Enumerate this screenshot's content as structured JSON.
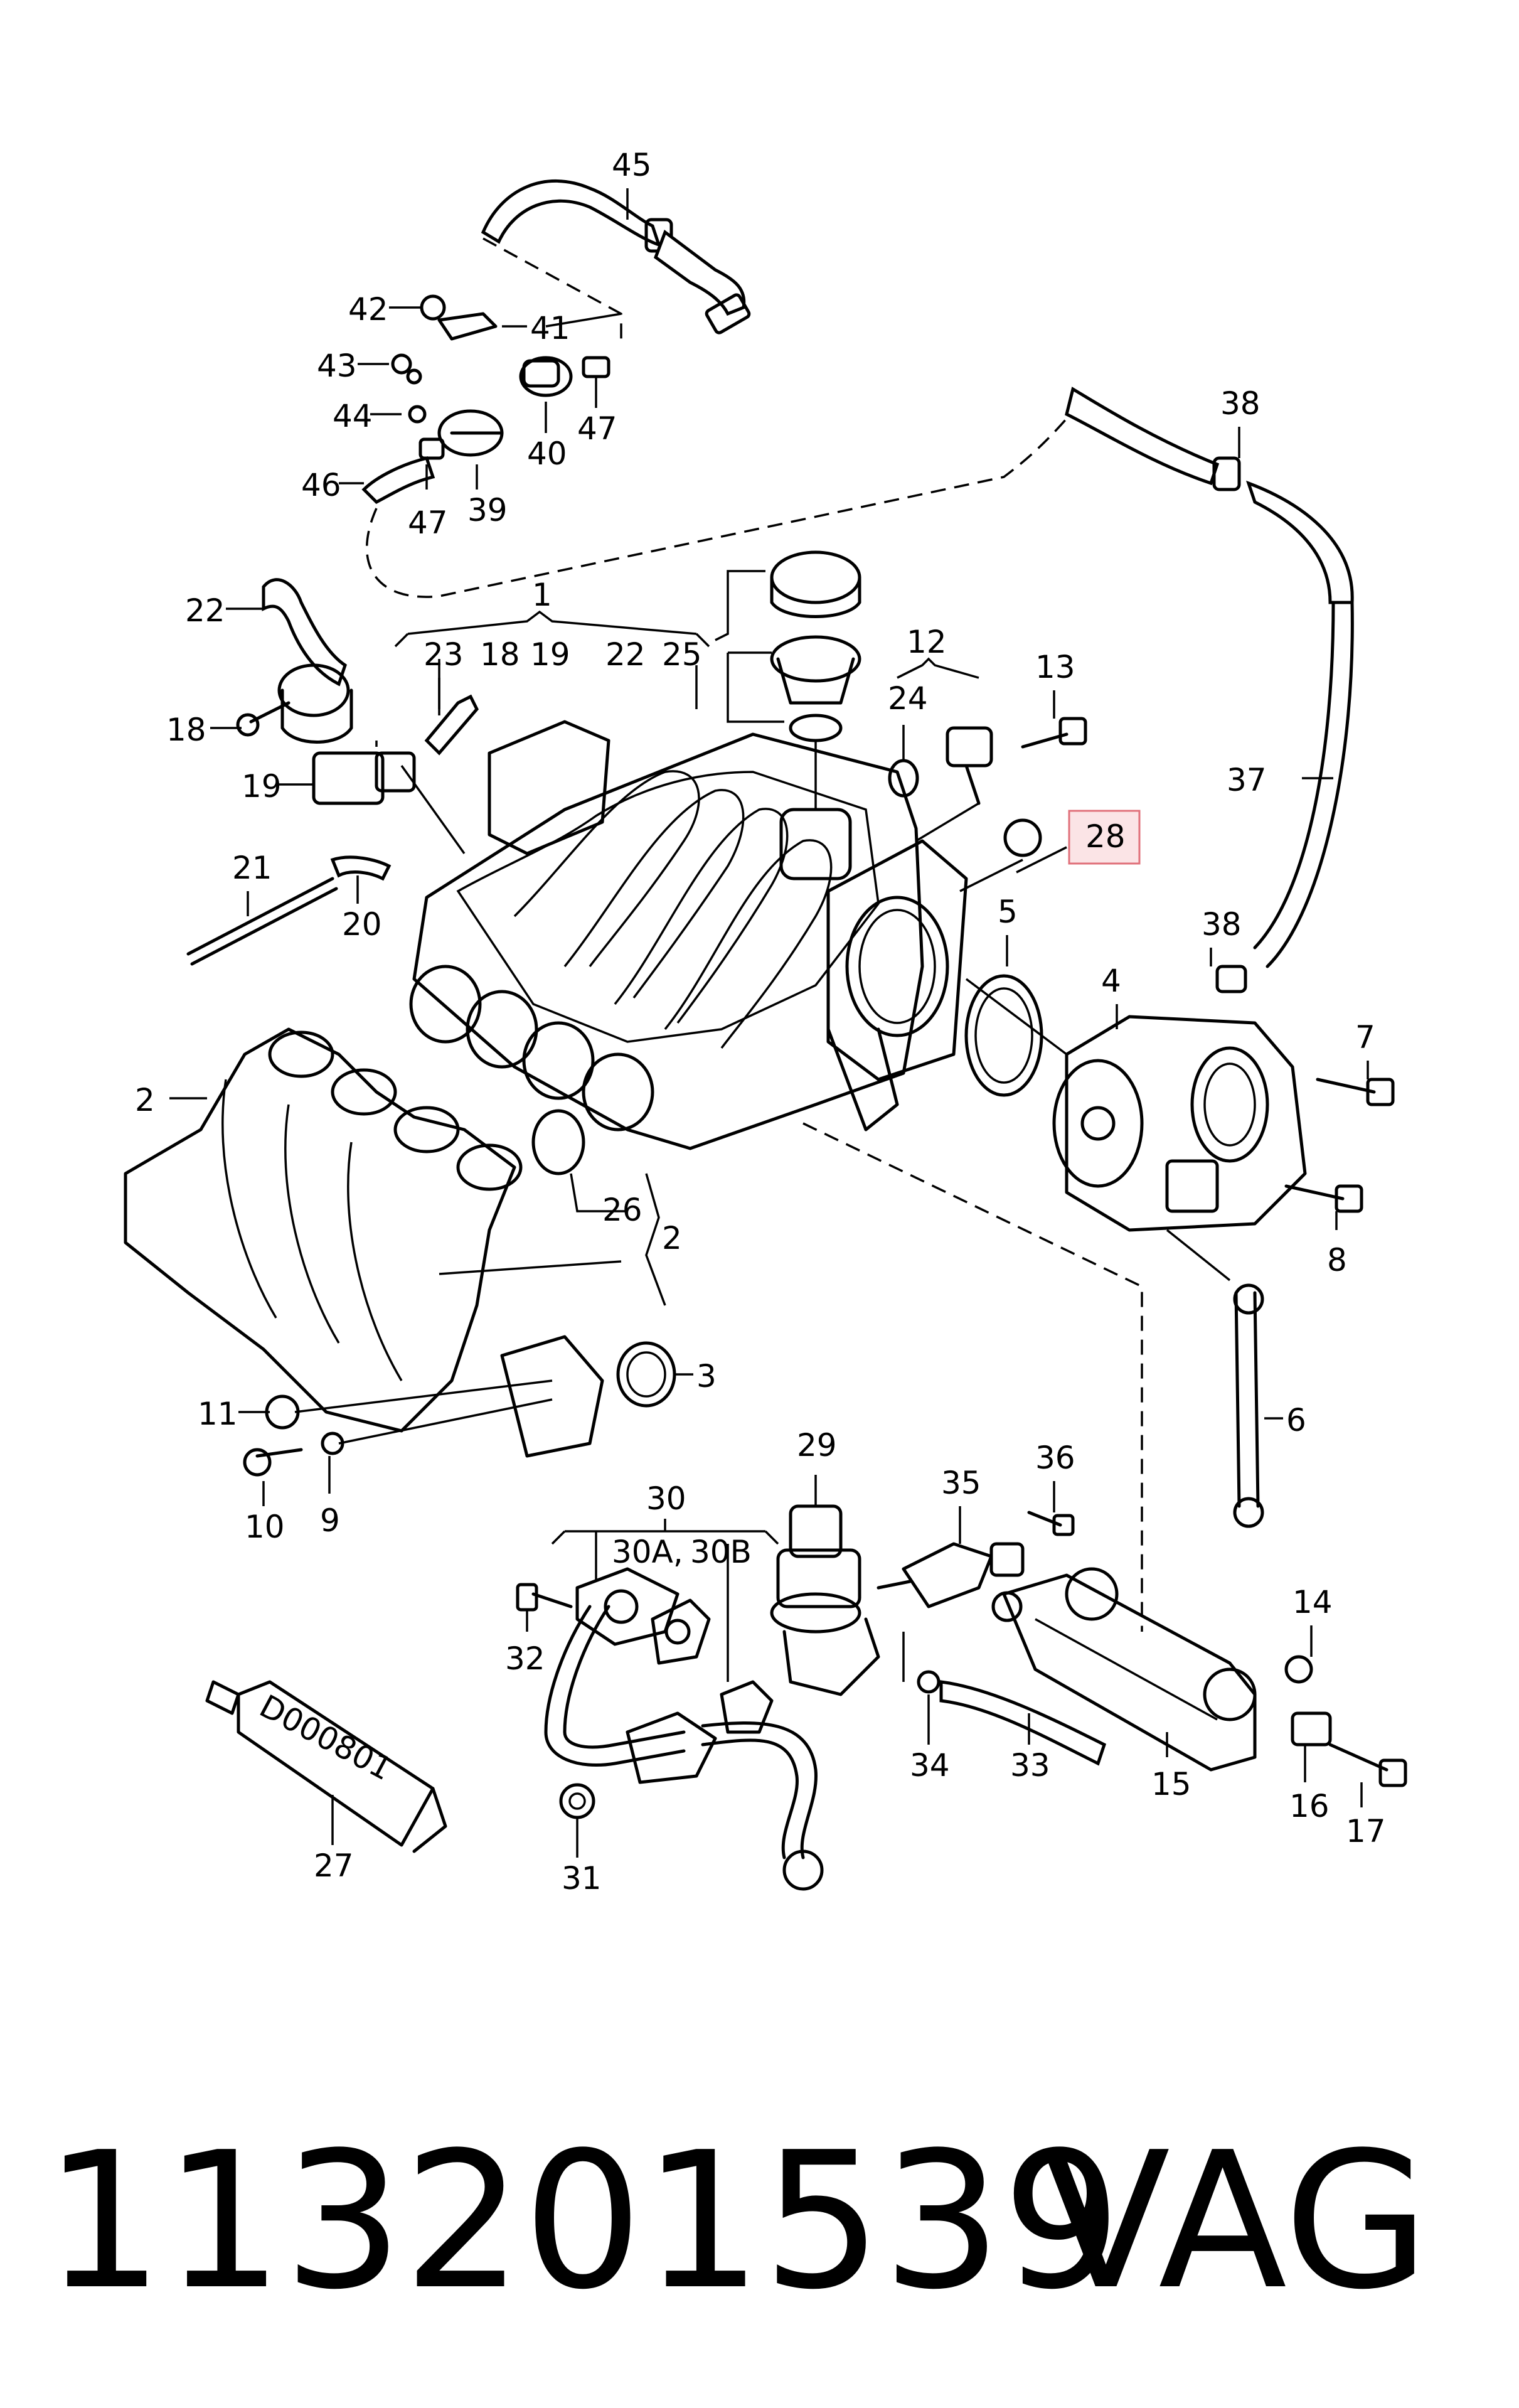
{
  "callouts": {
    "c1": "1",
    "c2a": "2",
    "c2b": "2",
    "c3": "3",
    "c4": "4",
    "c5": "5",
    "c6": "6",
    "c7": "7",
    "c8": "8",
    "c9": "9",
    "c10": "10",
    "c11": "11",
    "c12": "12",
    "c13": "13",
    "c14": "14",
    "c15": "15",
    "c16": "16",
    "c17": "17",
    "c18a": "18",
    "c18b": "18",
    "c19a": "19",
    "c19b": "19",
    "c20": "20",
    "c21": "21",
    "c22a": "22",
    "c22b": "22",
    "c23": "23",
    "c24": "24",
    "c25": "25",
    "c26": "26",
    "c27": "27",
    "c28": "28",
    "c29": "29",
    "c30": "30",
    "c30a": "30A,",
    "c30b": "30B",
    "c31": "31",
    "c32": "32",
    "c33": "33",
    "c34": "34",
    "c35": "35",
    "c36": "36",
    "c37": "37",
    "c38a": "38",
    "c38b": "38",
    "c39": "39",
    "c40": "40",
    "c41": "41",
    "c42": "42",
    "c43": "43",
    "c44": "44",
    "c45": "45",
    "c46": "46",
    "c47a": "47",
    "c47b": "47"
  },
  "tube_label": "D000801",
  "footer": {
    "part_number": "113201539",
    "brand": "VAG"
  },
  "colors": {
    "highlight_fill": "#fbe4e6",
    "highlight_stroke": "#e0707a",
    "highlight_text": "#8a3540"
  }
}
